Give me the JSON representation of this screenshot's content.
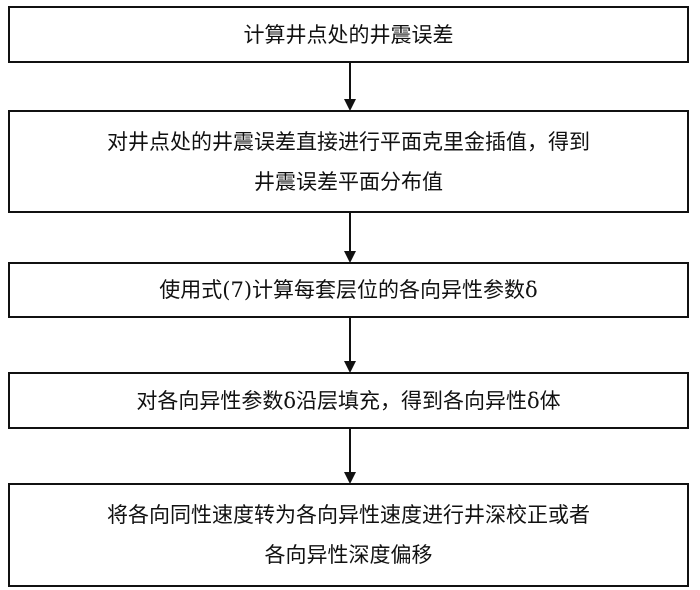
{
  "steps": [
    {
      "lines": [
        "计算井点处的井震误差"
      ]
    },
    {
      "lines": [
        "对井点处的井震误差直接进行平面克里金插值，得到",
        "井震误差平面分布值"
      ]
    },
    {
      "lines": [
        "使用式(7)计算每套层位的各向异性参数δ"
      ]
    },
    {
      "lines": [
        "对各向异性参数δ沿层填充，得到各向异性δ体"
      ]
    },
    {
      "lines": [
        "将各向同性速度转为各向异性速度进行井深校正或者",
        "各向异性深度偏移"
      ]
    }
  ]
}
